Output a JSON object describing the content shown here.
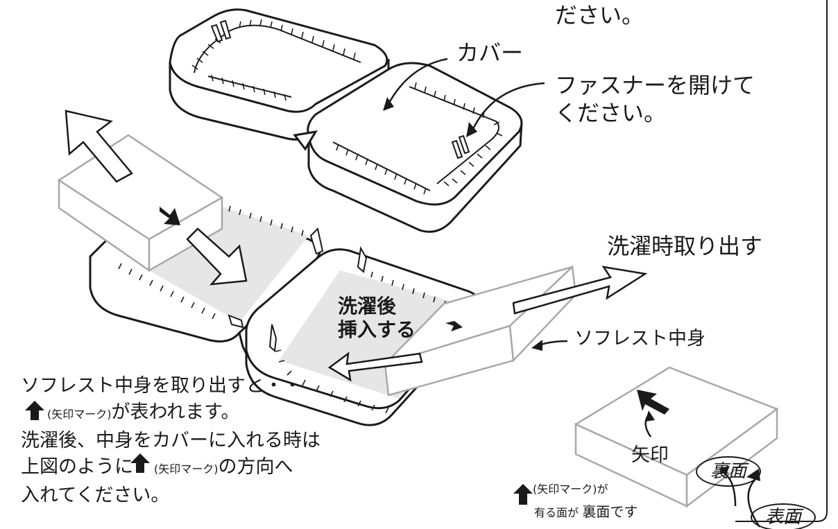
{
  "texts": {
    "top_partial": "ださい。",
    "cover_label": "カバー",
    "open_zipper": [
      "ファスナーを開けて",
      "ください。"
    ],
    "take_out_when_washing": "洗濯時取り出す",
    "insert_after_wash": [
      "洗濯後",
      "挿入する"
    ],
    "core_label": "ソフレスト中身",
    "back_side": "裏面",
    "front_side": "表面",
    "arrow_label": "矢印",
    "mark_note_1": "(矢印マーク)が",
    "mark_note_2a": "有る面が",
    "mark_note_2b": "裏面です",
    "instructions": {
      "line1": "ソフレスト中身を取り出すと・・",
      "line2_small": "(矢印マーク)",
      "line2_rest": "が表われます。",
      "line3": "洗濯後、中身をカバーに入れる時は",
      "line4_pre": "上図のように",
      "line4_small": "(矢印マーク)",
      "line4_post": "の方向へ",
      "line5": "入れてください。"
    }
  },
  "colors": {
    "ink": "#1a1a1a",
    "gray_outline": "#a8a8a8",
    "zip_area": "#e6e6e6",
    "background": "#ffffff"
  },
  "icons": [
    "up-arrow-mark-icon",
    "zipper-pull-icon",
    "direction-arrow-icon"
  ]
}
